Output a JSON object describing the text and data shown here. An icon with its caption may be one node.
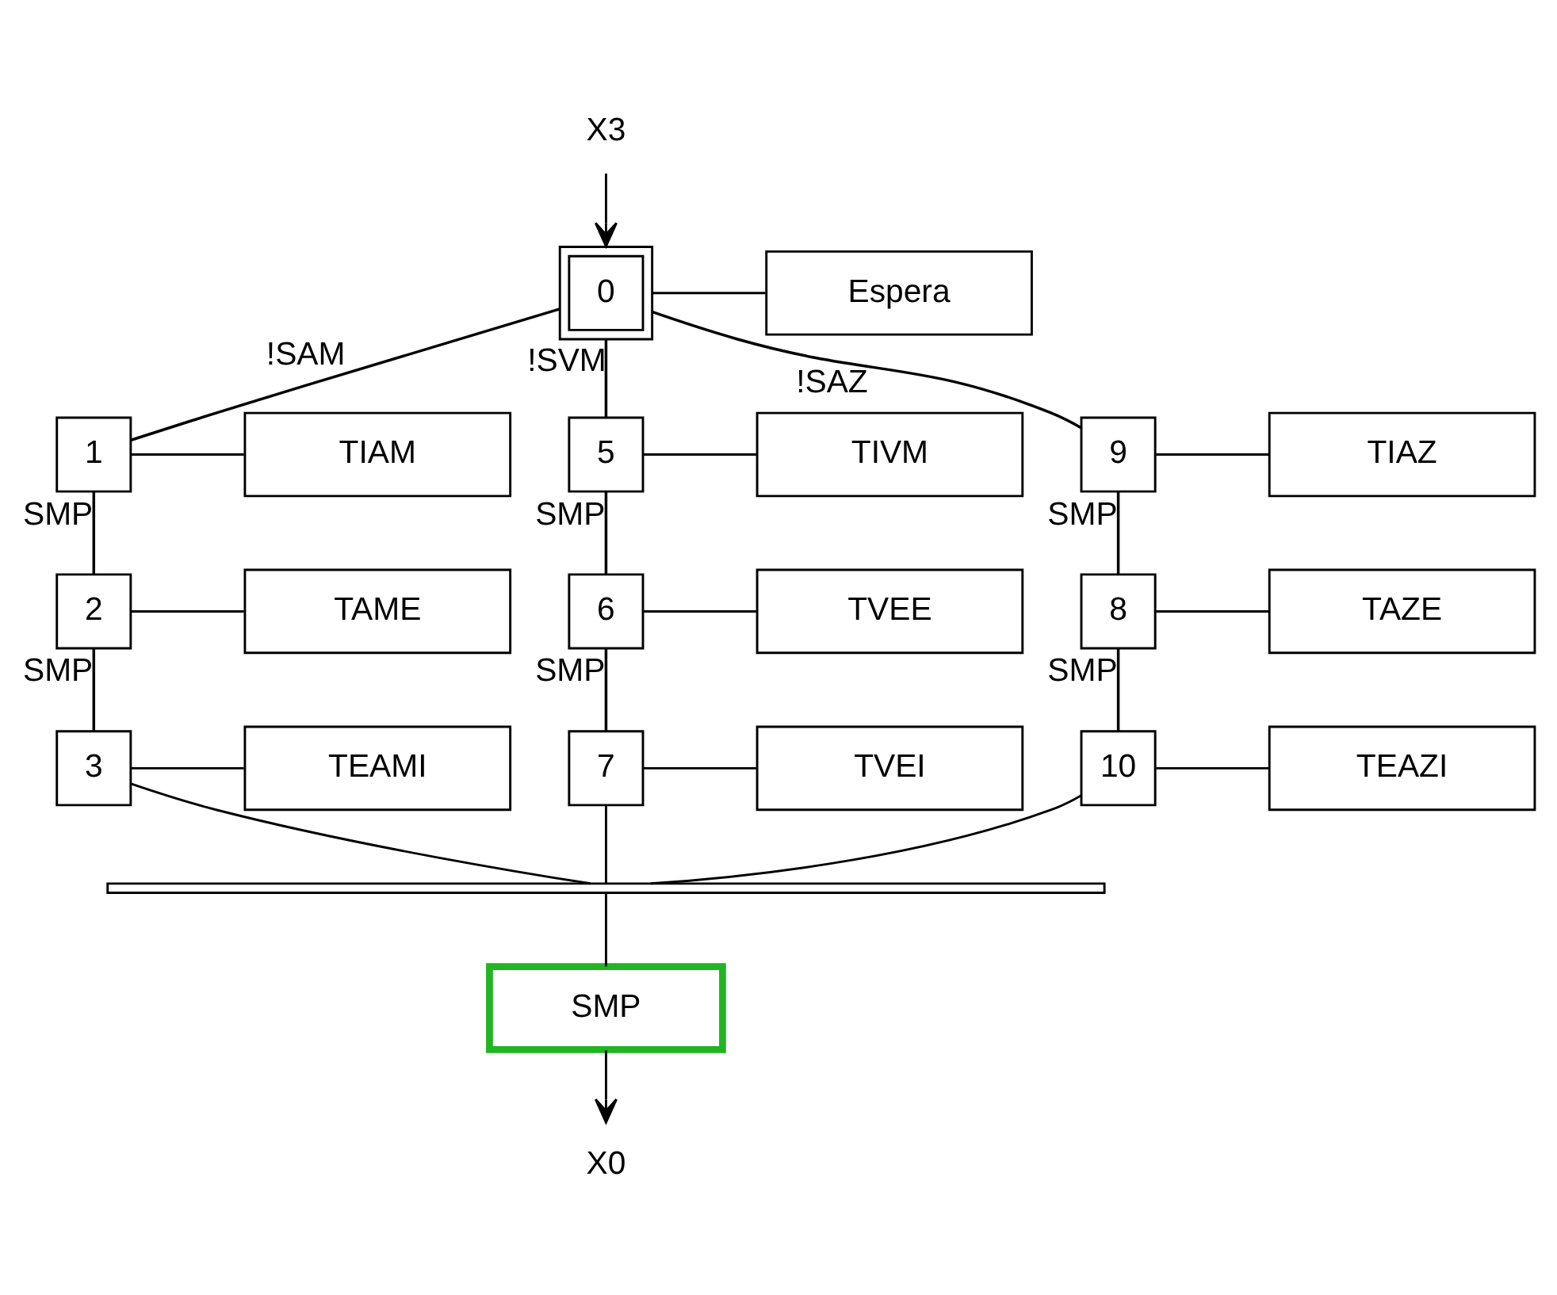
{
  "diagram": {
    "nodes": [
      {
        "text": [
          "X3"
        ]
      },
      {
        "text": [
          "0"
        ]
      },
      {
        "text": [
          "Espera"
        ]
      },
      {
        "text": [
          "1"
        ]
      },
      {
        "text": [
          "TIAM"
        ]
      },
      {
        "text": [
          "5"
        ]
      },
      {
        "text": [
          "TIVM"
        ]
      },
      {
        "text": [
          "9"
        ]
      },
      {
        "text": [
          "TIAZ"
        ]
      },
      {
        "text": [
          "2"
        ]
      },
      {
        "text": [
          "TAME"
        ]
      },
      {
        "text": [
          "6"
        ]
      },
      {
        "text": [
          "TVEE"
        ]
      },
      {
        "text": [
          "8"
        ]
      },
      {
        "text": [
          "TAZE"
        ]
      },
      {
        "text": [
          "3"
        ]
      },
      {
        "text": [
          "TEAMI"
        ]
      },
      {
        "text": [
          "7"
        ]
      },
      {
        "text": [
          "TVEI"
        ]
      },
      {
        "text": [
          "10"
        ]
      },
      {
        "text": [
          "TEAZI"
        ]
      },
      {
        "text": [],
        "shape": "bar"
      },
      {
        "text": [
          "SMP"
        ]
      },
      {
        "text": [
          "X0"
        ]
      }
    ],
    "edges": [
      {
        "from": 0,
        "to": 1,
        "arrow": "to"
      },
      {
        "from": 1,
        "to": 2,
        "arrow": "none"
      },
      {
        "from": 1,
        "to": 3,
        "label": "!SAM",
        "arrow": "none"
      },
      {
        "from": 1,
        "to": 5,
        "label": "!SVM",
        "arrow": "none"
      },
      {
        "from": 1,
        "to": 7,
        "label": "!SAZ",
        "arrow": "none"
      },
      {
        "from": 3,
        "to": 4,
        "arrow": "none"
      },
      {
        "from": 5,
        "to": 6,
        "arrow": "none"
      },
      {
        "from": 7,
        "to": 8,
        "arrow": "none"
      },
      {
        "from": 3,
        "to": 9,
        "label": "SMP",
        "arrow": "none"
      },
      {
        "from": 5,
        "to": 11,
        "label": "SMP",
        "arrow": "none"
      },
      {
        "from": 7,
        "to": 13,
        "label": "SMP",
        "arrow": "none"
      },
      {
        "from": 9,
        "to": 10,
        "arrow": "none"
      },
      {
        "from": 11,
        "to": 12,
        "arrow": "none"
      },
      {
        "from": 13,
        "to": 14,
        "arrow": "none"
      },
      {
        "from": 9,
        "to": 15,
        "label": "SMP",
        "arrow": "none"
      },
      {
        "from": 11,
        "to": 17,
        "label": "SMP",
        "arrow": "none"
      },
      {
        "from": 13,
        "to": 19,
        "label": "SMP",
        "arrow": "none"
      },
      {
        "from": 15,
        "to": 16,
        "arrow": "none"
      },
      {
        "from": 17,
        "to": 18,
        "arrow": "none"
      },
      {
        "from": 19,
        "to": 20,
        "arrow": "none"
      },
      {
        "from": 15,
        "to": 21,
        "arrow": "none"
      },
      {
        "from": 17,
        "to": 21,
        "arrow": "none"
      },
      {
        "from": 19,
        "to": 21,
        "arrow": "none"
      },
      {
        "from": 21,
        "to": 22,
        "arrow": "none"
      },
      {
        "from": 22,
        "to": 23,
        "arrow": "to"
      }
    ]
  }
}
